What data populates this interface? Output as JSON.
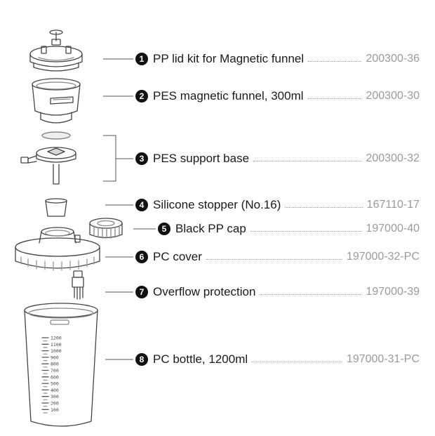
{
  "parts": [
    {
      "num": "1",
      "name": "PP lid kit for Magnetic funnel",
      "code": "200300-36"
    },
    {
      "num": "2",
      "name": "PES magnetic funnel, 300ml",
      "code": "200300-30"
    },
    {
      "num": "3",
      "name": "PES support base",
      "code": "200300-32"
    },
    {
      "num": "4",
      "name": "Silicone stopper (No.16)",
      "code": "167110-17"
    },
    {
      "num": "5",
      "name": "Black PP cap",
      "code": "197000-40"
    },
    {
      "num": "6",
      "name": "PC cover",
      "code": "197000-32-PC"
    },
    {
      "num": "7",
      "name": "Overflow protection",
      "code": "197000-39"
    },
    {
      "num": "8",
      "name": "PC bottle, 1200ml",
      "code": "197000-31-PC"
    }
  ],
  "bottle_scale": [
    "1200",
    "1100",
    "1000",
    "900",
    "800",
    "700",
    "600",
    "500",
    "400",
    "300",
    "200",
    "100"
  ],
  "icons": [
    "lid-kit-icon",
    "funnel-icon",
    "support-base-icon",
    "stopper-icon",
    "cap-icon",
    "cover-icon",
    "overflow-protection-icon",
    "bottle-icon"
  ]
}
